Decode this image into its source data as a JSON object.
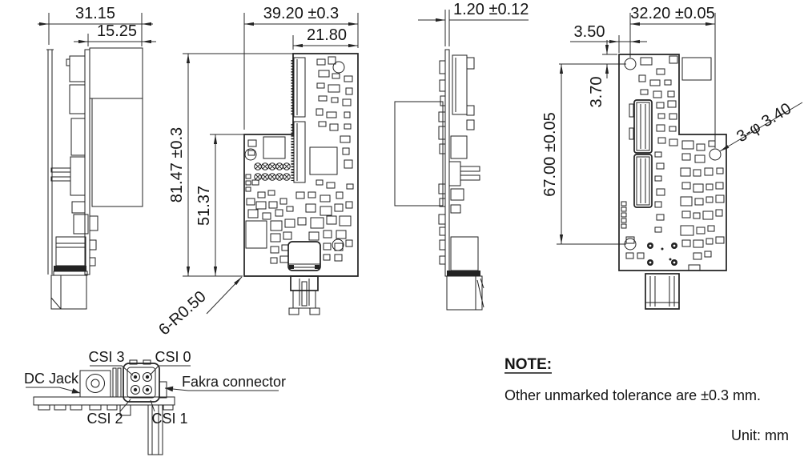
{
  "drawing": {
    "views": {
      "side_left": {
        "dim_total": "31.15",
        "dim_partial": "15.25"
      },
      "front": {
        "dim_width": "39.20 ±0.3",
        "dim_width_top": "21.80",
        "dim_height": "81.47 ±0.3",
        "dim_height_lower": "51.37",
        "dim_corner_radius": "6-R0.50"
      },
      "side_right": {
        "dim_thickness": "1.20 ±0.12"
      },
      "back": {
        "dim_hole_span_x": "32.20 ±0.05",
        "dim_edge_to_hole_x": "3.50",
        "dim_edge_to_hole_y": "3.70",
        "dim_hole_span_y": "67.00 ±0.05",
        "dim_hole_diameter": "3-φ 3.40"
      }
    },
    "connector_detail": {
      "csi3": "CSI 3",
      "csi0": "CSI 0",
      "dc_jack": "DC Jack",
      "fakra": "Fakra connector",
      "csi2": "CSI 2",
      "csi1": "CSI 1"
    },
    "note": {
      "title": "NOTE:",
      "body": "Other unmarked tolerance  are ±0.3 mm.",
      "unit": "Unit: mm"
    },
    "colors": {
      "line": "#222222",
      "background": "#ffffff"
    }
  }
}
